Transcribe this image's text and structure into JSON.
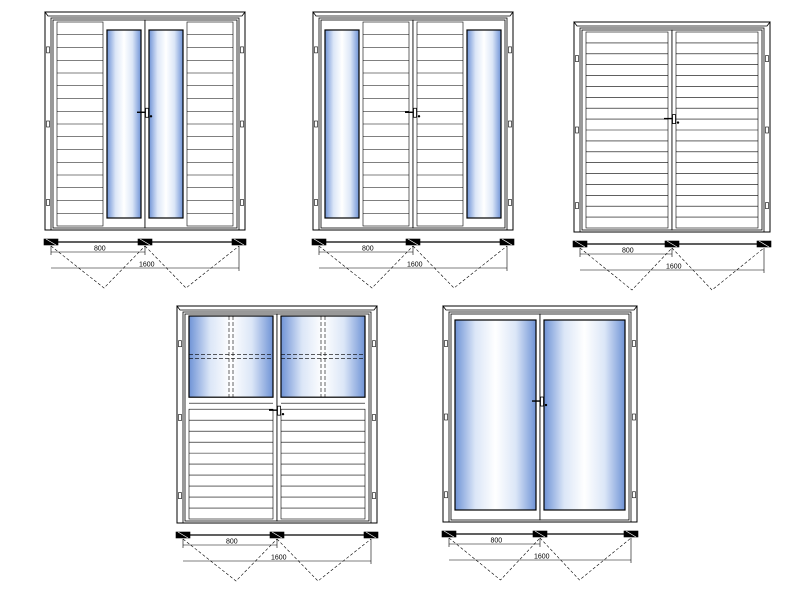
{
  "colors": {
    "stroke": "#000000",
    "frame_fill": "#ffffff",
    "glass_edge": "#6f93d6",
    "glass_mid": "#ffffff",
    "glass_inner": "#dbe6f7"
  },
  "doors": [
    {
      "id": "door-1",
      "style": "louvered-with-inner-vertical-glass-strips",
      "dims": {
        "leaf_width": "800",
        "total_width": "1600"
      }
    },
    {
      "id": "door-2",
      "style": "louvered-with-outer-vertical-glass-strips",
      "dims": {
        "leaf_width": "800",
        "total_width": "1600"
      }
    },
    {
      "id": "door-3",
      "style": "fully-louvered",
      "dims": {
        "leaf_width": "800",
        "total_width": "1600"
      }
    },
    {
      "id": "door-4",
      "style": "upper-glazed-with-muntins-lower-louvered",
      "dims": {
        "leaf_width": "800",
        "total_width": "1600"
      }
    },
    {
      "id": "door-5",
      "style": "fully-glazed",
      "dims": {
        "leaf_width": "800",
        "total_width": "1600"
      }
    }
  ]
}
